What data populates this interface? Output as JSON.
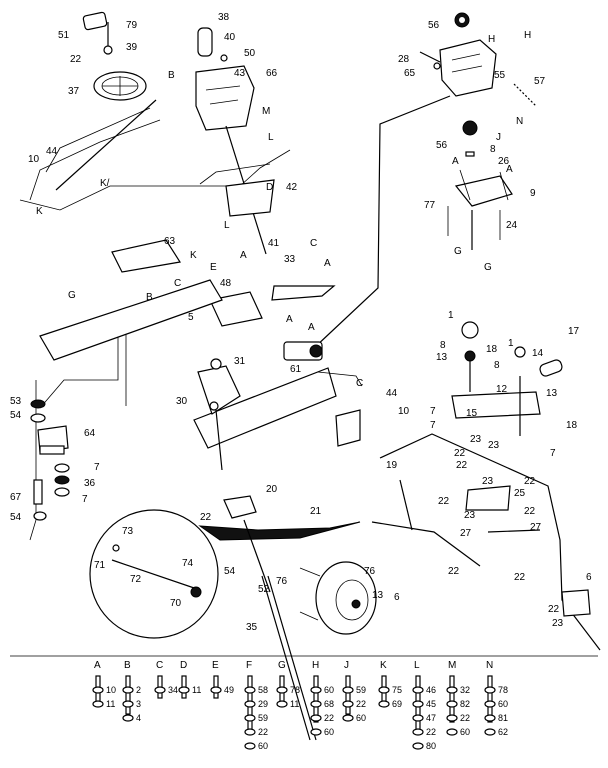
{
  "callouts": [
    {
      "id": "p51",
      "text": "51"
    },
    {
      "id": "p79",
      "text": "79"
    },
    {
      "id": "p39",
      "text": "39"
    },
    {
      "id": "p22a",
      "text": "22"
    },
    {
      "id": "p37",
      "text": "37"
    },
    {
      "id": "p38",
      "text": "38"
    },
    {
      "id": "p40",
      "text": "40"
    },
    {
      "id": "p50",
      "text": "50"
    },
    {
      "id": "p43",
      "text": "43"
    },
    {
      "id": "p66",
      "text": "66"
    },
    {
      "id": "pB1",
      "text": "B"
    },
    {
      "id": "pM",
      "text": "M"
    },
    {
      "id": "pL1",
      "text": "L"
    },
    {
      "id": "p56a",
      "text": "56"
    },
    {
      "id": "p28",
      "text": "28"
    },
    {
      "id": "p65",
      "text": "65"
    },
    {
      "id": "pH1",
      "text": "H"
    },
    {
      "id": "pH2",
      "text": "H"
    },
    {
      "id": "p55",
      "text": "55"
    },
    {
      "id": "p57",
      "text": "57"
    },
    {
      "id": "pN",
      "text": "N"
    },
    {
      "id": "p56b",
      "text": "56"
    },
    {
      "id": "pJ",
      "text": "J"
    },
    {
      "id": "p8a",
      "text": "8"
    },
    {
      "id": "p26",
      "text": "26"
    },
    {
      "id": "pA1",
      "text": "A"
    },
    {
      "id": "pA2",
      "text": "A"
    },
    {
      "id": "p9",
      "text": "9"
    },
    {
      "id": "p77",
      "text": "77"
    },
    {
      "id": "p24",
      "text": "24"
    },
    {
      "id": "pG1",
      "text": "G"
    },
    {
      "id": "pG2",
      "text": "G"
    },
    {
      "id": "p10a",
      "text": "10"
    },
    {
      "id": "p44a",
      "text": "44"
    },
    {
      "id": "pK1",
      "text": "K/"
    },
    {
      "id": "pD",
      "text": "D"
    },
    {
      "id": "p42",
      "text": "42"
    },
    {
      "id": "pK2",
      "text": "K"
    },
    {
      "id": "pL2",
      "text": "L"
    },
    {
      "id": "p63",
      "text": "63"
    },
    {
      "id": "pK3",
      "text": "K"
    },
    {
      "id": "pA3",
      "text": "A"
    },
    {
      "id": "p41",
      "text": "41"
    },
    {
      "id": "pC1",
      "text": "C"
    },
    {
      "id": "p33",
      "text": "33"
    },
    {
      "id": "pA4",
      "text": "A"
    },
    {
      "id": "pE",
      "text": "E"
    },
    {
      "id": "pC2",
      "text": "C"
    },
    {
      "id": "p48",
      "text": "48"
    },
    {
      "id": "pG3",
      "text": "G"
    },
    {
      "id": "pB2",
      "text": "B"
    },
    {
      "id": "p5",
      "text": "5"
    },
    {
      "id": "pA5",
      "text": "A"
    },
    {
      "id": "pA6",
      "text": "A"
    },
    {
      "id": "p61",
      "text": "61"
    },
    {
      "id": "p31",
      "text": "31"
    },
    {
      "id": "pC3",
      "text": "C"
    },
    {
      "id": "p44b",
      "text": "44"
    },
    {
      "id": "p10b",
      "text": "10"
    },
    {
      "id": "p30",
      "text": "30"
    },
    {
      "id": "p53",
      "text": "53"
    },
    {
      "id": "p54a",
      "text": "54"
    },
    {
      "id": "p64",
      "text": "64"
    },
    {
      "id": "p7a",
      "text": "7"
    },
    {
      "id": "p36",
      "text": "36"
    },
    {
      "id": "p7b",
      "text": "7"
    },
    {
      "id": "p67",
      "text": "67"
    },
    {
      "id": "p54b",
      "text": "54"
    },
    {
      "id": "p1a",
      "text": "1"
    },
    {
      "id": "p8b",
      "text": "8"
    },
    {
      "id": "p13a",
      "text": "13"
    },
    {
      "id": "p18a",
      "text": "18"
    },
    {
      "id": "p1b",
      "text": "1"
    },
    {
      "id": "p14",
      "text": "14"
    },
    {
      "id": "p17",
      "text": "17"
    },
    {
      "id": "p8c",
      "text": "8"
    },
    {
      "id": "p12",
      "text": "12"
    },
    {
      "id": "p13b",
      "text": "13"
    },
    {
      "id": "p15",
      "text": "15"
    },
    {
      "id": "p7c",
      "text": "7"
    },
    {
      "id": "p7d",
      "text": "7"
    },
    {
      "id": "p18b",
      "text": "18"
    },
    {
      "id": "p23a",
      "text": "23"
    },
    {
      "id": "p22b",
      "text": "22"
    },
    {
      "id": "p23b",
      "text": "23"
    },
    {
      "id": "p7e",
      "text": "7"
    },
    {
      "id": "p22c",
      "text": "22"
    },
    {
      "id": "p25",
      "text": "25"
    },
    {
      "id": "p22d",
      "text": "22"
    },
    {
      "id": "p19",
      "text": "19"
    },
    {
      "id": "p23c",
      "text": "23"
    },
    {
      "id": "p22e",
      "text": "22"
    },
    {
      "id": "p23d",
      "text": "23"
    },
    {
      "id": "p22f",
      "text": "22"
    },
    {
      "id": "p20",
      "text": "20"
    },
    {
      "id": "p22g",
      "text": "22"
    },
    {
      "id": "p21",
      "text": "21"
    },
    {
      "id": "p27a",
      "text": "27"
    },
    {
      "id": "p27b",
      "text": "27"
    },
    {
      "id": "p22h",
      "text": "22"
    },
    {
      "id": "p22i",
      "text": "22"
    },
    {
      "id": "p6a",
      "text": "6"
    },
    {
      "id": "p22j",
      "text": "22"
    },
    {
      "id": "p23e",
      "text": "23"
    },
    {
      "id": "p73",
      "text": "73"
    },
    {
      "id": "p71",
      "text": "71"
    },
    {
      "id": "p72",
      "text": "72"
    },
    {
      "id": "p74",
      "text": "74"
    },
    {
      "id": "p70",
      "text": "70"
    },
    {
      "id": "p54c",
      "text": "54"
    },
    {
      "id": "p52",
      "text": "52"
    },
    {
      "id": "p76a",
      "text": "76"
    },
    {
      "id": "p76b",
      "text": "76"
    },
    {
      "id": "p13c",
      "text": "13"
    },
    {
      "id": "p6b",
      "text": "6"
    },
    {
      "id": "p35",
      "text": "35"
    }
  ],
  "hardware_groups": [
    {
      "letter": "A",
      "parts": [
        "10",
        "11"
      ]
    },
    {
      "letter": "B",
      "parts": [
        "2",
        "3",
        "4"
      ]
    },
    {
      "letter": "C",
      "parts": [
        "34"
      ]
    },
    {
      "letter": "D",
      "parts": [
        "11"
      ]
    },
    {
      "letter": "E",
      "parts": [
        "49"
      ]
    },
    {
      "letter": "F",
      "parts": [
        "58",
        "29",
        "59",
        "22",
        "60"
      ]
    },
    {
      "letter": "G",
      "parts": [
        "78",
        "11"
      ]
    },
    {
      "letter": "H",
      "parts": [
        "60",
        "68",
        "22",
        "60"
      ]
    },
    {
      "letter": "J",
      "parts": [
        "59",
        "22",
        "60"
      ]
    },
    {
      "letter": "K",
      "parts": [
        "75",
        "69"
      ]
    },
    {
      "letter": "L",
      "parts": [
        "46",
        "45",
        "47",
        "22",
        "80"
      ]
    },
    {
      "letter": "M",
      "parts": [
        "32",
        "82",
        "22",
        "60"
      ]
    },
    {
      "letter": "N",
      "parts": [
        "78",
        "60",
        "81",
        "62"
      ]
    }
  ]
}
